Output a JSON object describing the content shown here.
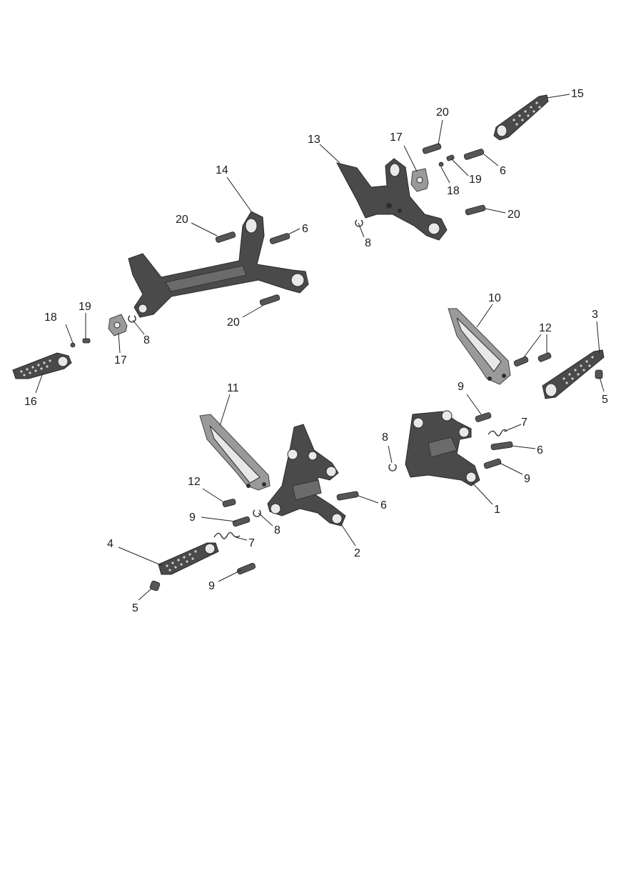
{
  "callouts": [
    {
      "id": "c1",
      "label": "1"
    },
    {
      "id": "c2",
      "label": "2"
    },
    {
      "id": "c3",
      "label": "3"
    },
    {
      "id": "c4",
      "label": "4"
    },
    {
      "id": "c5a",
      "label": "5"
    },
    {
      "id": "c5b",
      "label": "5"
    },
    {
      "id": "c6a",
      "label": "6"
    },
    {
      "id": "c6b",
      "label": "6"
    },
    {
      "id": "c6c",
      "label": "6"
    },
    {
      "id": "c6d",
      "label": "6"
    },
    {
      "id": "c7a",
      "label": "7"
    },
    {
      "id": "c7b",
      "label": "7"
    },
    {
      "id": "c8a",
      "label": "8"
    },
    {
      "id": "c8b",
      "label": "8"
    },
    {
      "id": "c8c",
      "label": "8"
    },
    {
      "id": "c8d",
      "label": "8"
    },
    {
      "id": "c9a",
      "label": "9"
    },
    {
      "id": "c9b",
      "label": "9"
    },
    {
      "id": "c9c",
      "label": "9"
    },
    {
      "id": "c9d",
      "label": "9"
    },
    {
      "id": "c10",
      "label": "10"
    },
    {
      "id": "c11",
      "label": "11"
    },
    {
      "id": "c12a",
      "label": "12"
    },
    {
      "id": "c12b",
      "label": "12"
    },
    {
      "id": "c13",
      "label": "13"
    },
    {
      "id": "c14",
      "label": "14"
    },
    {
      "id": "c15",
      "label": "15"
    },
    {
      "id": "c16",
      "label": "16"
    },
    {
      "id": "c17a",
      "label": "17"
    },
    {
      "id": "c17b",
      "label": "17"
    },
    {
      "id": "c18a",
      "label": "18"
    },
    {
      "id": "c18b",
      "label": "18"
    },
    {
      "id": "c19a",
      "label": "19"
    },
    {
      "id": "c19b",
      "label": "19"
    },
    {
      "id": "c20a",
      "label": "20"
    },
    {
      "id": "c20b",
      "label": "20"
    },
    {
      "id": "c20c",
      "label": "20"
    },
    {
      "id": "c20d",
      "label": "20"
    }
  ]
}
